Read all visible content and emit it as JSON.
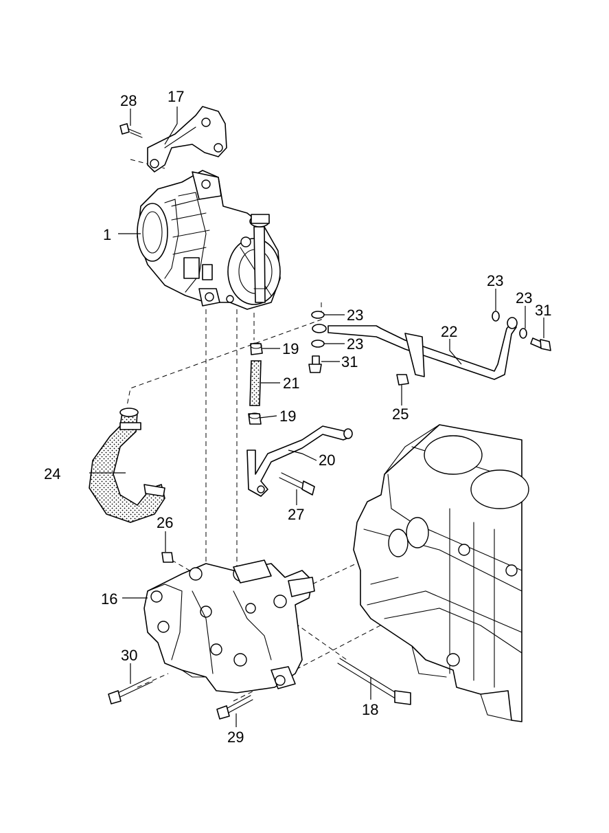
{
  "callouts": [
    {
      "id": "c1",
      "label": "1"
    },
    {
      "id": "c16",
      "label": "16"
    },
    {
      "id": "c17",
      "label": "17"
    },
    {
      "id": "c18",
      "label": "18"
    },
    {
      "id": "c19a",
      "label": "19"
    },
    {
      "id": "c19b",
      "label": "19"
    },
    {
      "id": "c20",
      "label": "20"
    },
    {
      "id": "c21",
      "label": "21"
    },
    {
      "id": "c22",
      "label": "22"
    },
    {
      "id": "c23a",
      "label": "23"
    },
    {
      "id": "c23b",
      "label": "23"
    },
    {
      "id": "c23c",
      "label": "23"
    },
    {
      "id": "c23d",
      "label": "23"
    },
    {
      "id": "c24",
      "label": "24"
    },
    {
      "id": "c25",
      "label": "25"
    },
    {
      "id": "c26",
      "label": "26"
    },
    {
      "id": "c27",
      "label": "27"
    },
    {
      "id": "c28",
      "label": "28"
    },
    {
      "id": "c29",
      "label": "29"
    },
    {
      "id": "c30",
      "label": "30"
    },
    {
      "id": "c31a",
      "label": "31"
    },
    {
      "id": "c31b",
      "label": "31"
    }
  ]
}
